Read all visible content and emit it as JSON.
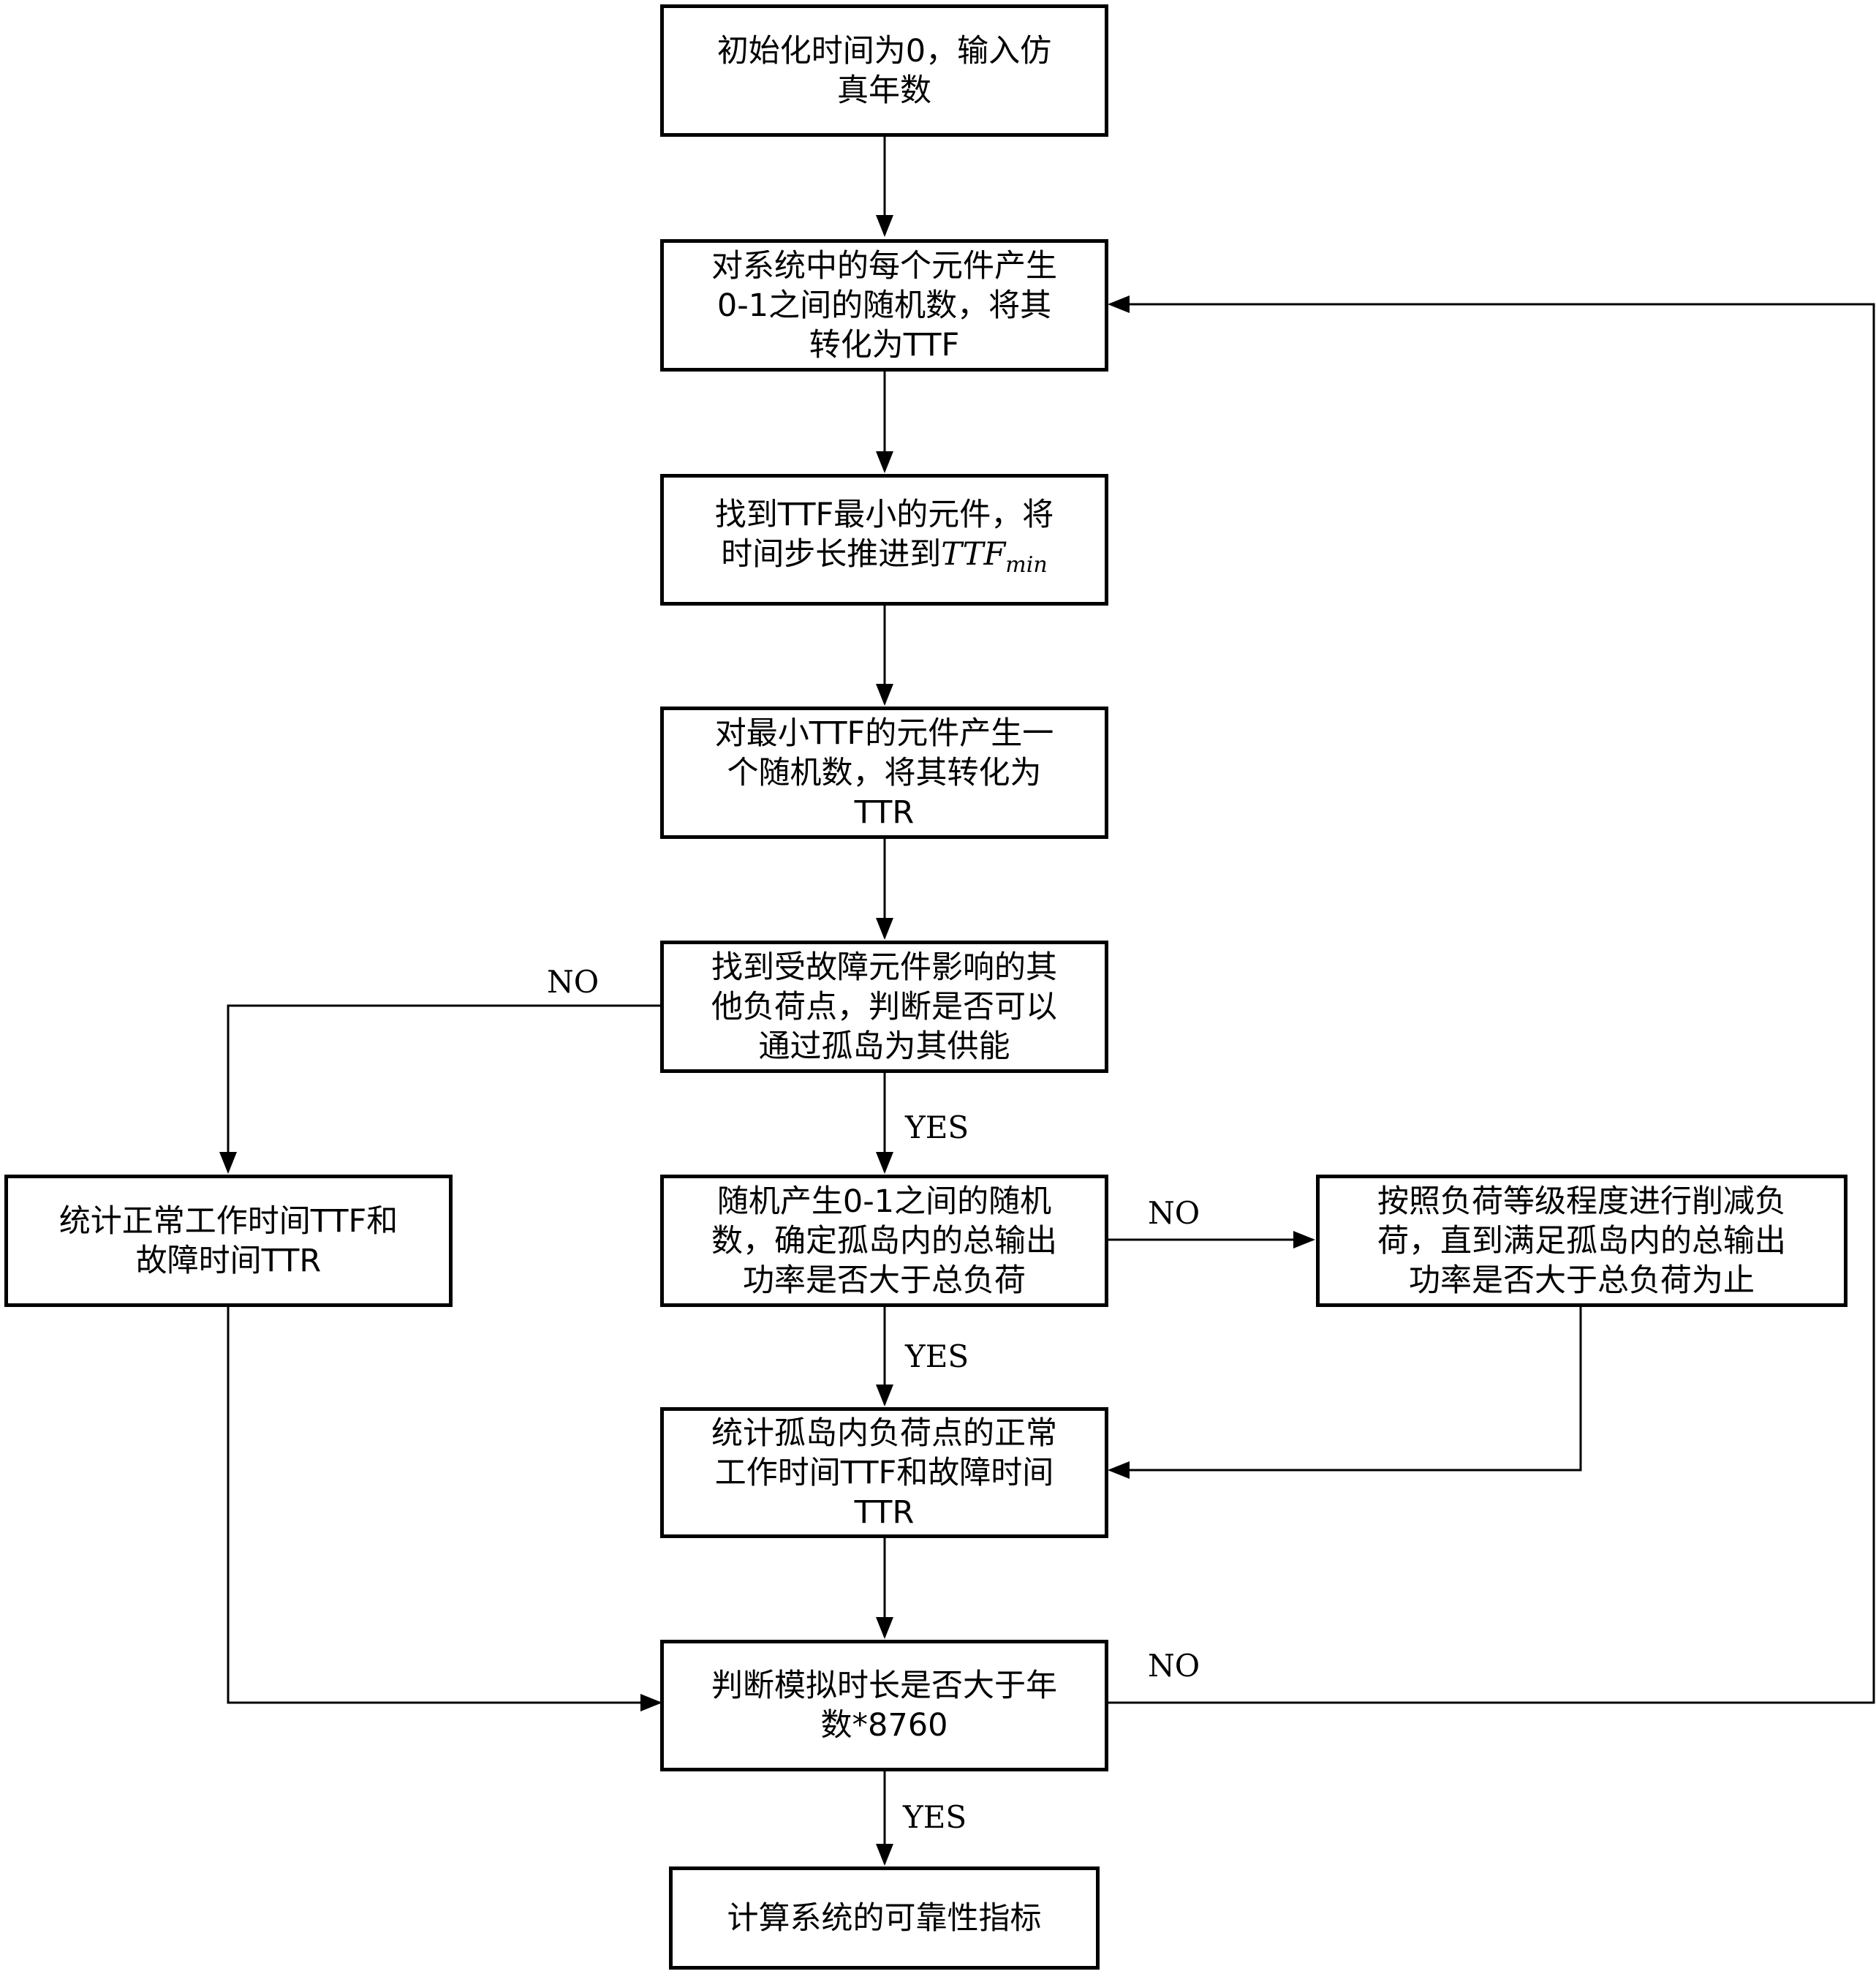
{
  "nodes": {
    "init": [
      "初始化时间为0，输入仿",
      "真年数"
    ],
    "gen_ttf": [
      "对系统中的每个元件产生",
      "0-1之间的随机数，将其",
      "转化为TTF"
    ],
    "find_min_prefix": "找到TTF最小的元件，将",
    "find_min_line2": "时间步长推进到",
    "ttf_main": "TTF",
    "ttf_sub": "min",
    "gen_ttr": [
      "对最小TTF的元件产生一",
      "个随机数，将其转化为",
      "TTR"
    ],
    "check_island": [
      "找到受故障元件影响的其",
      "他负荷点，判断是否可以",
      "通过孤岛为其供能"
    ],
    "count_normal": [
      "统计正常工作时间TTF和",
      "故障时间TTR"
    ],
    "check_power": [
      "随机产生0-1之间的随机",
      "数，确定孤岛内的总输出",
      "功率是否大于总负荷"
    ],
    "shed_load": [
      "按照负荷等级程度进行削减负",
      "荷，直到满足孤岛内的总输出",
      "功率是否大于总负荷为止"
    ],
    "count_island": [
      "统计孤岛内负荷点的正常",
      "工作时间TTF和故障时间",
      "TTR"
    ],
    "check_time": [
      "判断模拟时长是否大于年",
      "数*8760"
    ],
    "compute": [
      "计算系统的可靠性指标"
    ]
  },
  "labels": {
    "no_island": "NO",
    "yes_island": "YES",
    "no_power": "NO",
    "yes_power": "YES",
    "no_time": "NO",
    "yes_time": "YES"
  }
}
